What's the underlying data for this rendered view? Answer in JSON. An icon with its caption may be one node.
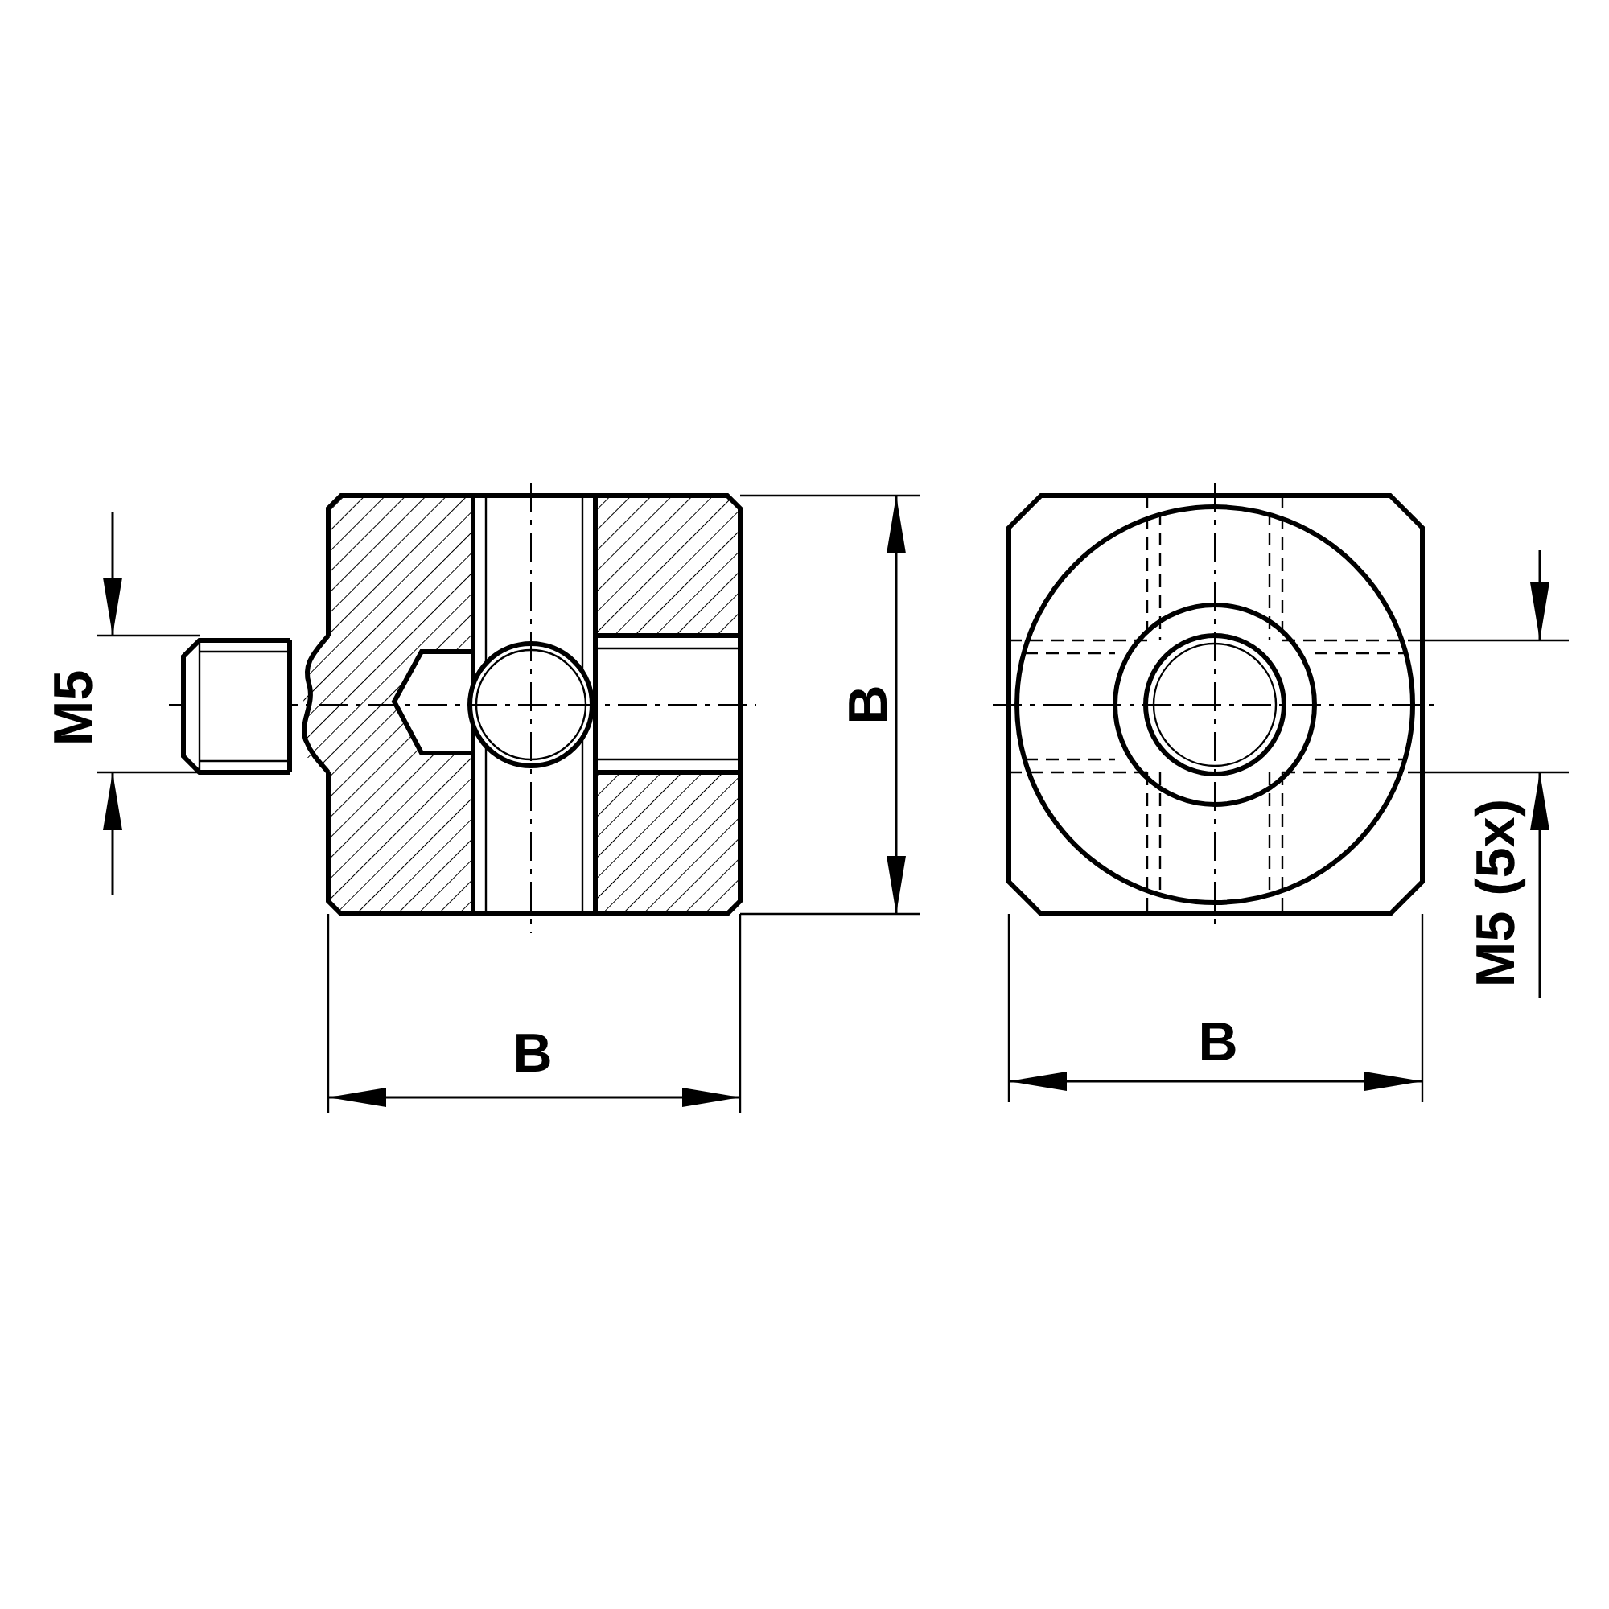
{
  "diagram": {
    "labels": [
      "M5",
      "B",
      "B",
      "B",
      "M5 (5x)"
    ]
  }
}
